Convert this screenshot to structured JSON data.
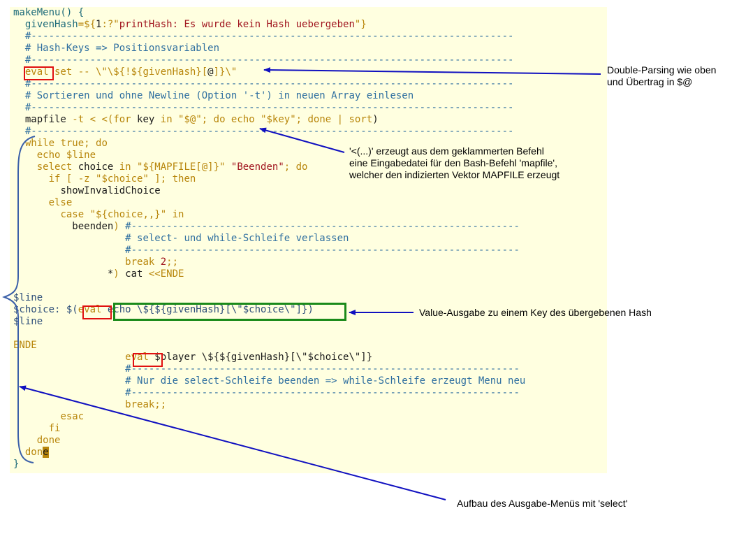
{
  "code": {
    "l1": "makeMenu() {",
    "l2_a": "  givenHash",
    "l2_b": "=${",
    "l2_c": "1",
    "l2_d": ":?\"",
    "l2_e": "printHash: Es wurde kein Hash uebergeben",
    "l2_f": "\"}",
    "dash": "#----------------------------------------------------------------------------------",
    "l4": "# Hash-Keys => Positionsvariablen",
    "l6_a": "eval",
    "l6_b": " set -- \\\"\\${!${givenHash}[",
    "l6_c": "@",
    "l6_d": "]}\\\"",
    "l8": "# Sortieren und ohne Newline (Option '-t') in neuen Array einlesen",
    "l10_a": "mapfile ",
    "l10_b": "-t < <(",
    "l10_c": "for",
    "l10_d": " key ",
    "l10_e": "in",
    "l10_f": " \"$@\"",
    "l10_g": "; do echo \"$key\"; done | sort",
    "l10_h": ")",
    "l12_a": "while",
    "l12_b": " true; ",
    "l12_c": "do",
    "l13": "echo $line",
    "l14_a": "select",
    "l14_b": " choice ",
    "l14_c": "in",
    "l14_d": " \"${MAPFILE[@]}\" ",
    "l14_e": "\"Beenden\"",
    "l14_f": "; do",
    "l15_a": "if [ -z ",
    "l15_b": "\"$choice\"",
    "l15_c": " ]; then",
    "l16": "showInvalidChoice",
    "l17": "else",
    "l18_a": "case ",
    "l18_b": "\"${choice,,}\"",
    "l18_c": " in",
    "l19_a": "beenden",
    "l19_b": ") ",
    "l19_c": "#------------------------------------------------------------------",
    "l20": "# select- und while-Schleife verlassen",
    "l21c": "#------------------------------------------------------------------",
    "l22_a": "break ",
    "l22_b": "2",
    "l22_c": ";;",
    "l23_a": "*",
    "l23_b": ") ",
    "l23_c": "cat",
    "l23_d": " <<ENDE",
    "l25": "$line",
    "l26_a": "$choice: $(",
    "l26_b": "eval",
    "l26_c": " echo \\${${givenHash}[\\\"$choice\\\"]})",
    "l27": "$line",
    "l29": "ENDE",
    "l30_a": "eval",
    "l30_b": " $player \\${${givenHash}[\\\"$choice\\\"]}",
    "l32": "# Nur die select-Schleife beenden => while-Schleife erzeugt Menu neu",
    "l34": "break;;",
    "l35": "esac",
    "l36": "fi",
    "l37": "done",
    "l38_a": "don",
    "l38_b": "e",
    "l39": "}"
  },
  "annotations": {
    "double_parsing": "Double-Parsing wie oben\nund Übertrag in $@",
    "process_subst": "'<(...)' erzeugt aus dem geklammerten Befehl\neine Eingabedatei für den Bash-Befehl 'mapfile',\nwelcher den indizierten Vektor MAPFILE erzeugt",
    "value_output": "Value-Ausgabe zu einem Key des übergebenen Hash",
    "menu_build": "Aufbau des Ausgabe-Menüs mit 'select'"
  },
  "colors": {
    "panel": "#ffffe0",
    "arrow": "#1010c0",
    "brace": "#3a5fa8",
    "box_red": "#e01010",
    "box_green": "#1a8a1a"
  }
}
